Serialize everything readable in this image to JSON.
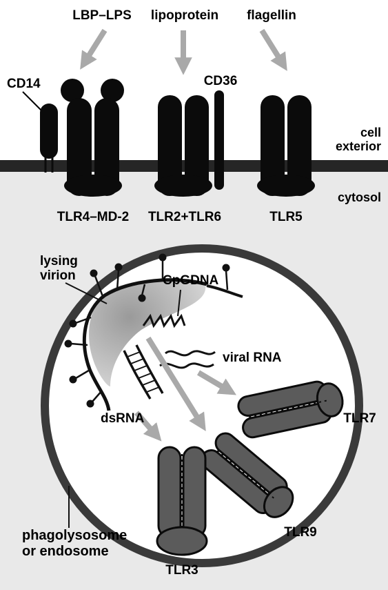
{
  "ligands": {
    "lbp_lps": "LBP–LPS",
    "lipoprotein": "lipoprotein",
    "flagellin": "flagellin"
  },
  "coreceptors": {
    "cd14": "CD14",
    "cd36": "CD36"
  },
  "regions": {
    "cell_exterior_line1": "cell",
    "cell_exterior_line2": "exterior",
    "cytosol": "cytosol"
  },
  "surface_receptors": {
    "tlr4_md2": "TLR4–MD-2",
    "tlr2_tlr6": "TLR2+TLR6",
    "tlr5": "TLR5"
  },
  "endosome": {
    "lysing_virion_line1": "lysing",
    "lysing_virion_line2": "virion",
    "cpg_dna": "CpGDNA",
    "viral_rna": "viral RNA",
    "ds_rna": "dsRNA",
    "compartment_line1": "phagolysosome",
    "compartment_line2": "or endosome"
  },
  "endosomal_receptors": {
    "tlr7": "TLR7",
    "tlr9": "TLR9",
    "tlr3": "TLR3"
  },
  "colors": {
    "membrane": "#262626",
    "cytosol_fill": "#e9e9e9",
    "receptor_dark": "#0b0b0b",
    "receptor_grey": "#5b5b5b",
    "arrow_grey": "#a9a9a9"
  }
}
